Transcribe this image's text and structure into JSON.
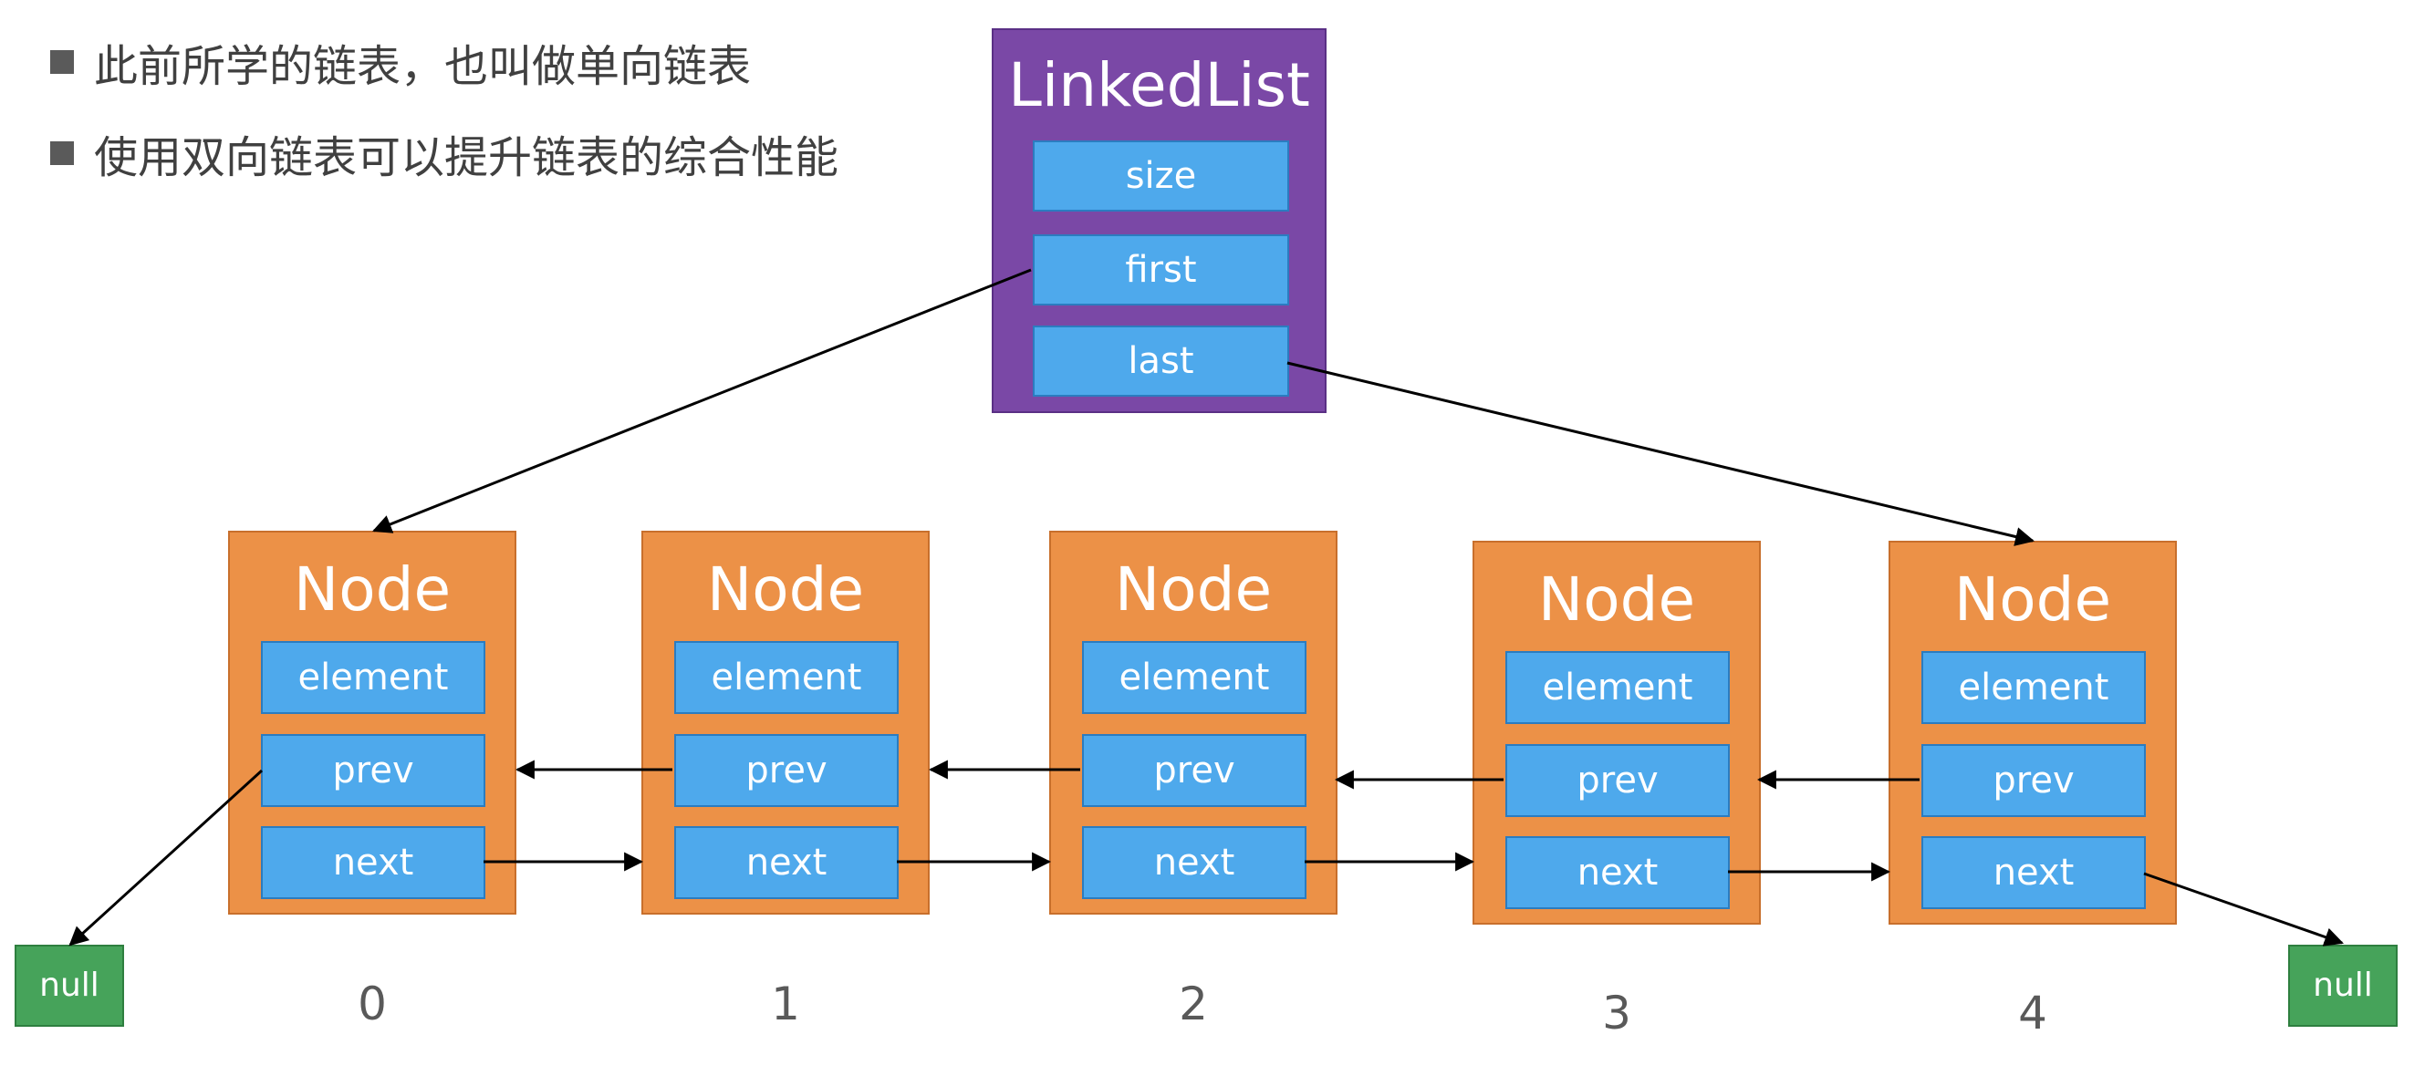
{
  "bullets": [
    "此前所学的链表，也叫做单向链表",
    "使用双向链表可以提升链表的综合性能"
  ],
  "linked_list": {
    "title": "LinkedList",
    "fields": [
      "size",
      "first",
      "last"
    ]
  },
  "nodes": [
    {
      "title": "Node",
      "element": "element",
      "prev": "prev",
      "next": "next",
      "index": "0"
    },
    {
      "title": "Node",
      "element": "element",
      "prev": "prev",
      "next": "next",
      "index": "1"
    },
    {
      "title": "Node",
      "element": "element",
      "prev": "prev",
      "next": "next",
      "index": "2"
    },
    {
      "title": "Node",
      "element": "element",
      "prev": "prev",
      "next": "next",
      "index": "3"
    },
    {
      "title": "Node",
      "element": "element",
      "prev": "prev",
      "next": "next",
      "index": "4"
    }
  ],
  "null_left": "null",
  "null_right": "null",
  "colors": {
    "linkedlist_bg": "#7a48a6",
    "node_bg": "#ec9147",
    "field_bg": "#4ea9ec",
    "null_bg": "#46a35a"
  }
}
